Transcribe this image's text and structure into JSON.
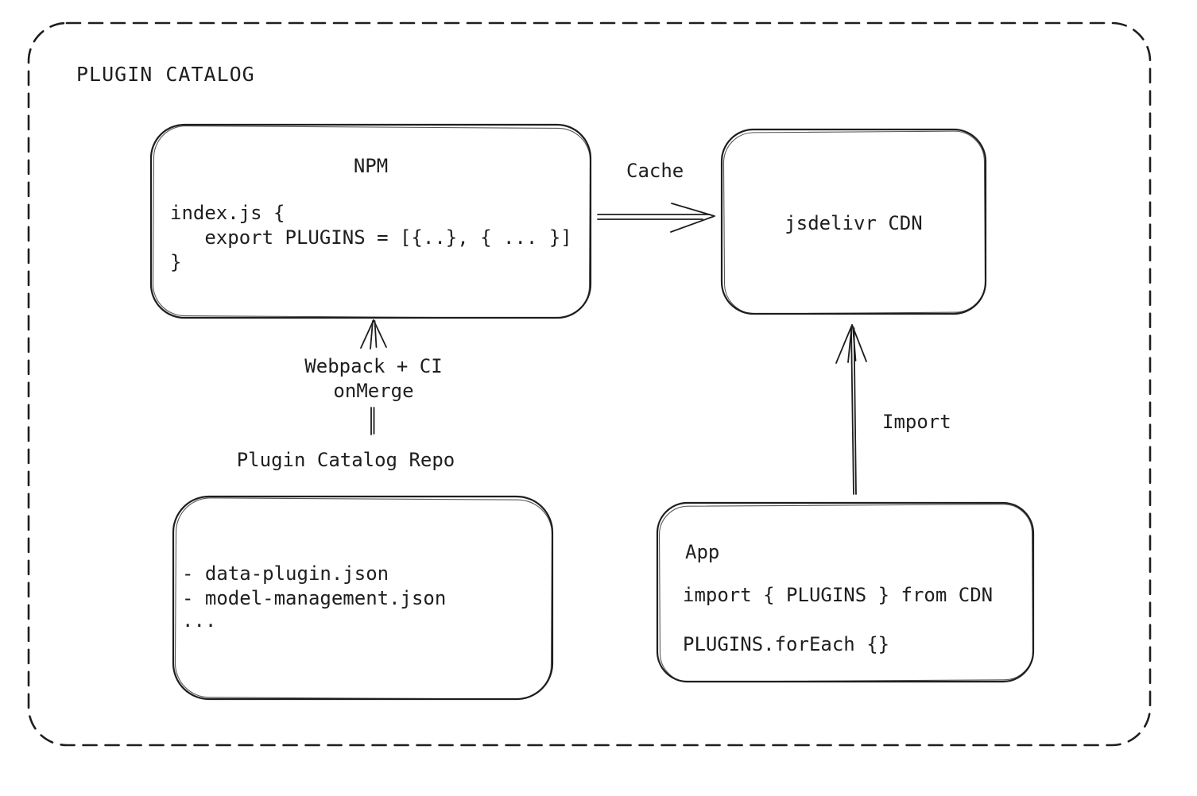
{
  "canvas": {
    "background": "#ffffff",
    "stroke_color": "#1e1e1e"
  },
  "frame": {
    "title": "PLUGIN CATALOG"
  },
  "nodes": {
    "npm": {
      "title": "NPM",
      "code": [
        "index.js {",
        "   export PLUGINS = [{..}, { ... }]",
        "}"
      ]
    },
    "cdn": {
      "label": "jsdelivr CDN"
    },
    "repo": {
      "title": "Plugin Catalog Repo",
      "files": [
        "- data-plugin.json",
        "- model-management.json",
        "..."
      ]
    },
    "app": {
      "title": "App",
      "code": [
        "import { PLUGINS } from CDN",
        "PLUGINS.forEach {}"
      ]
    }
  },
  "edges": {
    "cache": {
      "label": "Cache",
      "from": "npm",
      "to": "cdn"
    },
    "build": {
      "label_line1": "Webpack + CI",
      "label_line2": "onMerge",
      "from": "repo",
      "to": "npm"
    },
    "import_edge": {
      "label": "Import",
      "from": "app",
      "to": "cdn"
    }
  }
}
